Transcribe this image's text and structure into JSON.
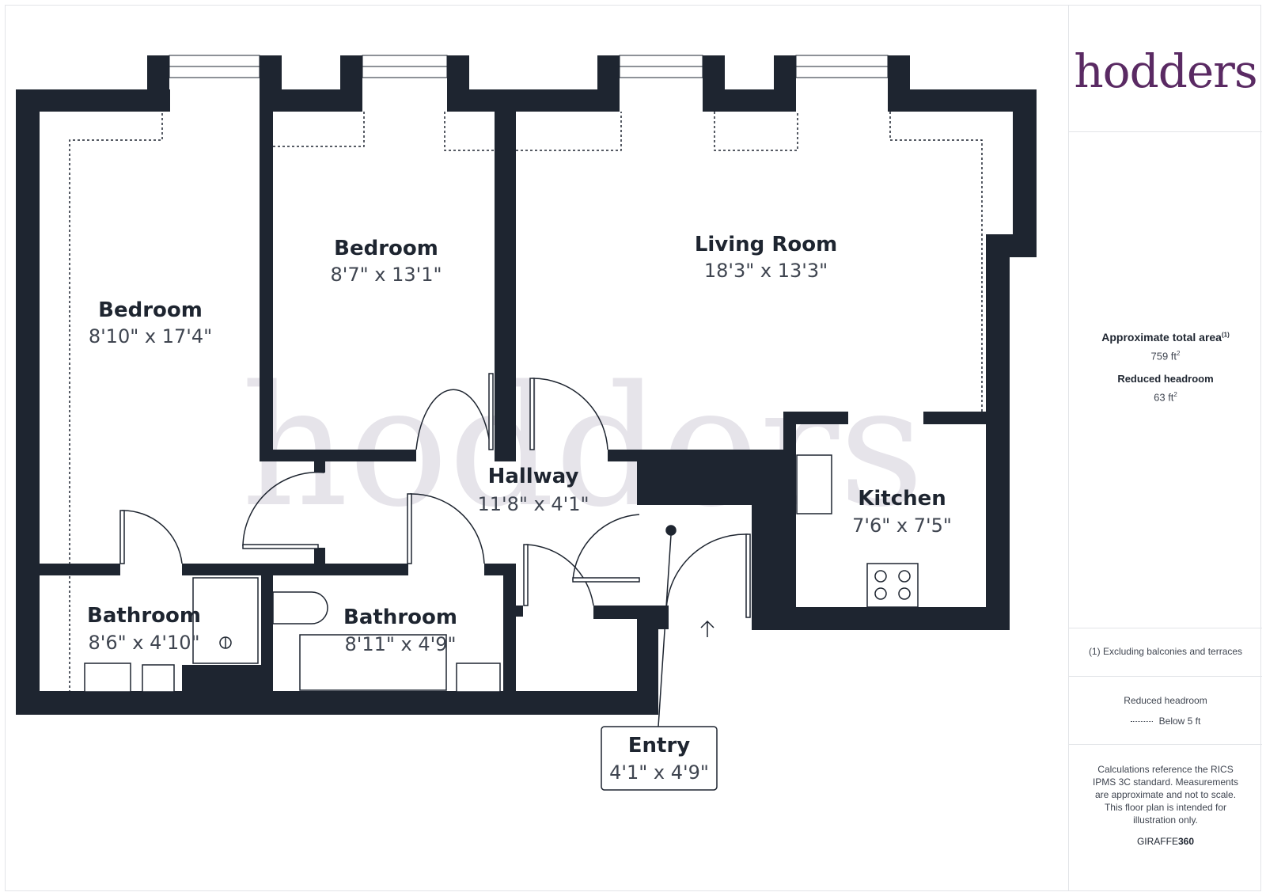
{
  "brand": {
    "logo_text": "hodders",
    "watermark_text": "hodders",
    "logo_color": "#5a2a63"
  },
  "rooms": [
    {
      "id": "bedroom-1",
      "name": "Bedroom",
      "dims": "8'10\" x 17'4\""
    },
    {
      "id": "bedroom-2",
      "name": "Bedroom",
      "dims": "8'7\" x 13'1\""
    },
    {
      "id": "living-room",
      "name": "Living Room",
      "dims": "18'3\" x 13'3\""
    },
    {
      "id": "hallway",
      "name": "Hallway",
      "dims": "11'8\" x 4'1\""
    },
    {
      "id": "kitchen",
      "name": "Kitchen",
      "dims": "7'6\" x 7'5\""
    },
    {
      "id": "bathroom-1",
      "name": "Bathroom",
      "dims": "8'6\" x 4'10\""
    },
    {
      "id": "bathroom-2",
      "name": "Bathroom",
      "dims": "8'11\" x 4'9\""
    },
    {
      "id": "entry",
      "name": "Entry",
      "dims": "4'1\" x 4'9\""
    }
  ],
  "sidebar": {
    "area_label": "Approximate total area",
    "area_note_ref": "(1)",
    "area_value": "759 ft",
    "reduced_label": "Reduced headroom",
    "reduced_value": "63 ft",
    "sq_exp": "2",
    "footnote": "(1) Excluding balconies and terraces",
    "legend_title": "Reduced headroom",
    "legend_item": "Below 5 ft",
    "disclaimer": "Calculations reference the RICS IPMS 3C standard. Measurements are approximate and not to scale. This floor plan is intended for illustration only.",
    "credit_a": "GIRAFFE",
    "credit_b": "360"
  },
  "colors": {
    "wall": "#1e2530",
    "text": "#1e2530",
    "dim_text": "#3f4550",
    "watermark": "#e6e4ea"
  }
}
